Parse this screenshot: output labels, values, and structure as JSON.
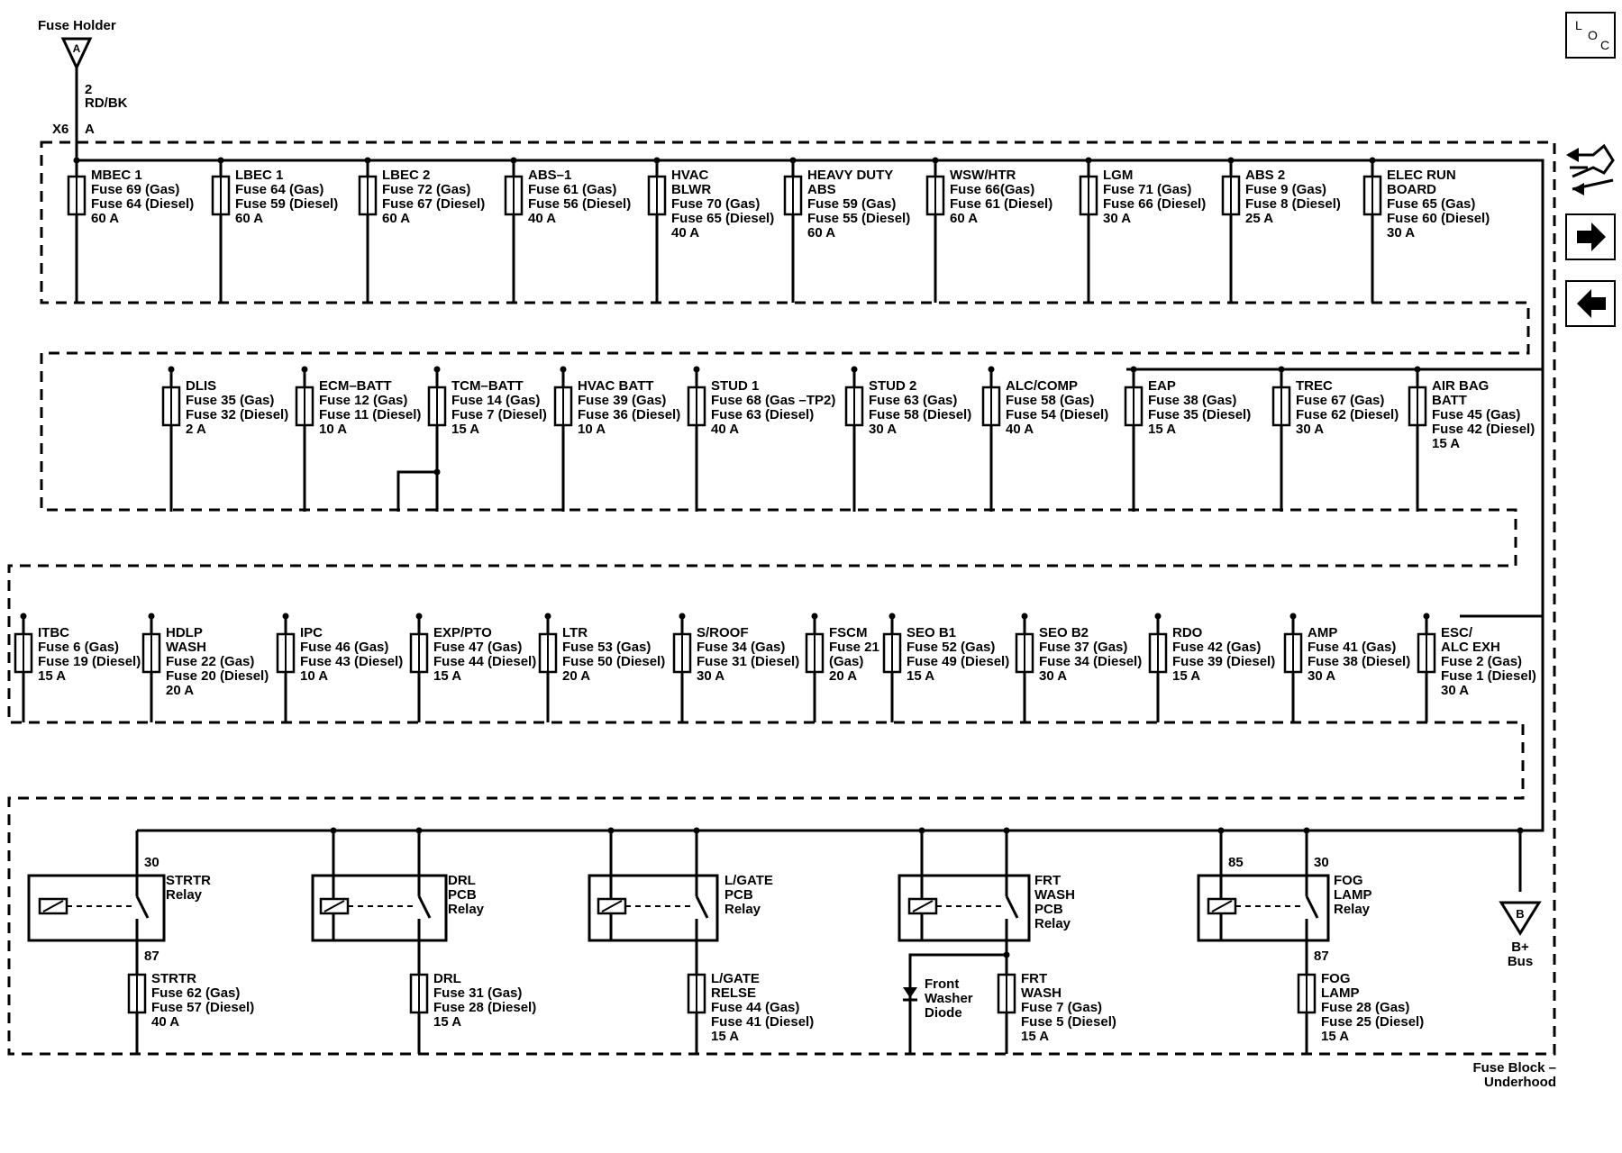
{
  "header": {
    "fuse_holder": "Fuse Holder",
    "connector_a_letter": "A",
    "wire_gauge": "2",
    "wire_color": "RD/BK",
    "connector_id": "X6",
    "connector_pin": "A"
  },
  "nav": {
    "loc_l": "L",
    "loc_o": "O",
    "loc_c": "C"
  },
  "row1": [
    {
      "lines": [
        "MBEC 1",
        "Fuse 69 (Gas)",
        "Fuse 64 (Diesel)",
        "60 A"
      ]
    },
    {
      "lines": [
        "LBEC 1",
        "Fuse 64 (Gas)",
        "Fuse 59 (Diesel)",
        "60 A"
      ]
    },
    {
      "lines": [
        "LBEC 2",
        "Fuse 72 (Gas)",
        "Fuse 67 (Diesel)",
        "60 A"
      ]
    },
    {
      "lines": [
        "ABS–1",
        "Fuse 61 (Gas)",
        "Fuse 56 (Diesel)",
        "40 A"
      ]
    },
    {
      "lines": [
        "HVAC",
        "BLWR",
        "Fuse 70 (Gas)",
        "Fuse 65 (Diesel)",
        "40 A"
      ]
    },
    {
      "lines": [
        "HEAVY DUTY",
        "ABS",
        "Fuse 59 (Gas)",
        "Fuse 55 (Diesel)",
        "60 A"
      ]
    },
    {
      "lines": [
        "WSW/HTR",
        "Fuse 66(Gas)",
        "Fuse 61 (Diesel)",
        "60 A"
      ]
    },
    {
      "lines": [
        "LGM",
        "Fuse 71 (Gas)",
        "Fuse 66 (Diesel)",
        "30 A"
      ]
    },
    {
      "lines": [
        "ABS 2",
        "Fuse 9 (Gas)",
        "Fuse 8 (Diesel)",
        "25 A"
      ]
    },
    {
      "lines": [
        "ELEC RUN",
        "BOARD",
        "Fuse 65 (Gas)",
        "Fuse 60 (Diesel)",
        "30 A"
      ]
    }
  ],
  "row2": [
    {
      "lines": [
        "DLIS",
        "Fuse 35 (Gas)",
        "Fuse 32 (Diesel)",
        "2 A"
      ]
    },
    {
      "lines": [
        "ECM–BATT",
        "Fuse 12 (Gas)",
        "Fuse 11 (Diesel)",
        "10 A"
      ]
    },
    {
      "lines": [
        "TCM–BATT",
        "Fuse 14 (Gas)",
        "Fuse 7 (Diesel)",
        "15 A"
      ]
    },
    {
      "lines": [
        "HVAC BATT",
        "Fuse 39 (Gas)",
        "Fuse 36 (Diesel)",
        "10 A"
      ]
    },
    {
      "lines": [
        "STUD 1",
        "Fuse 68 (Gas –TP2)",
        "Fuse 63 (Diesel)",
        "40 A"
      ]
    },
    {
      "lines": [
        "STUD 2",
        "Fuse 63 (Gas)",
        "Fuse 58 (Diesel)",
        "30 A"
      ]
    },
    {
      "lines": [
        "ALC/COMP",
        "Fuse 58 (Gas)",
        "Fuse 54 (Diesel)",
        "40 A"
      ]
    },
    {
      "lines": [
        "EAP",
        "Fuse 38 (Gas)",
        "Fuse 35 (Diesel)",
        "15 A"
      ]
    },
    {
      "lines": [
        "TREC",
        "Fuse 67 (Gas)",
        "Fuse 62 (Diesel)",
        "30 A"
      ]
    },
    {
      "lines": [
        "AIR BAG",
        "BATT",
        "Fuse 45 (Gas)",
        "Fuse 42 (Diesel)",
        "15 A"
      ]
    }
  ],
  "row3": [
    {
      "lines": [
        "ITBC",
        "Fuse 6 (Gas)",
        "Fuse 19 (Diesel)",
        "15 A"
      ]
    },
    {
      "lines": [
        "HDLP",
        "WASH",
        "Fuse 22 (Gas)",
        "Fuse 20 (Diesel)",
        "20 A"
      ]
    },
    {
      "lines": [
        "IPC",
        "Fuse 46 (Gas)",
        "Fuse 43 (Diesel)",
        "10 A"
      ]
    },
    {
      "lines": [
        "EXP/PTO",
        "Fuse 47 (Gas)",
        "Fuse 44 (Diesel)",
        "15 A"
      ]
    },
    {
      "lines": [
        "LTR",
        "Fuse 53 (Gas)",
        "Fuse 50 (Diesel)",
        "20 A"
      ]
    },
    {
      "lines": [
        "S/ROOF",
        "Fuse 34 (Gas)",
        "Fuse 31 (Diesel)",
        "30 A"
      ]
    },
    {
      "lines": [
        "FSCM",
        "Fuse 21",
        "(Gas)",
        "20 A"
      ]
    },
    {
      "lines": [
        "SEO B1",
        "Fuse 52 (Gas)",
        "Fuse 49 (Diesel)",
        "15 A"
      ]
    },
    {
      "lines": [
        "SEO B2",
        "Fuse 37 (Gas)",
        "Fuse 34 (Diesel)",
        "30 A"
      ]
    },
    {
      "lines": [
        "RDO",
        "Fuse 42 (Gas)",
        "Fuse 39 (Diesel)",
        "15 A"
      ]
    },
    {
      "lines": [
        "AMP",
        "Fuse 41 (Gas)",
        "Fuse 38 (Diesel)",
        "30 A"
      ]
    },
    {
      "lines": [
        "ESC/",
        "ALC EXH",
        "Fuse 2 (Gas)",
        "Fuse 1 (Diesel)",
        "30 A"
      ]
    }
  ],
  "relays": [
    {
      "lines": [
        "STRTR",
        "Relay"
      ],
      "pin_top": "30",
      "pin_bottom": "87"
    },
    {
      "lines": [
        "DRL",
        "PCB",
        "Relay"
      ]
    },
    {
      "lines": [
        "L/GATE",
        "PCB",
        "Relay"
      ]
    },
    {
      "lines": [
        "FRT",
        "WASH",
        "PCB",
        "Relay"
      ]
    },
    {
      "lines": [
        "FOG",
        "LAMP",
        "Relay"
      ],
      "pin_top": "30",
      "pin_left": "85",
      "pin_bottom": "87"
    }
  ],
  "row4_fuses": [
    {
      "lines": [
        "STRTR",
        "Fuse 62 (Gas)",
        "Fuse 57 (Diesel)",
        "40 A"
      ]
    },
    {
      "lines": [
        "DRL",
        "Fuse 31 (Gas)",
        "Fuse 28 (Diesel)",
        "15 A"
      ]
    },
    {
      "lines": [
        "L/GATE",
        "RELSE",
        "Fuse 44 (Gas)",
        "Fuse 41 (Diesel)",
        "15 A"
      ]
    },
    {
      "lines": [
        "FRT",
        "WASH",
        "Fuse 7 (Gas)",
        "Fuse 5 (Diesel)",
        "15 A"
      ]
    },
    {
      "lines": [
        "FOG",
        "LAMP",
        "Fuse 28 (Gas)",
        "Fuse 25 (Diesel)",
        "15 A"
      ]
    }
  ],
  "diode": {
    "lines": [
      "Front",
      "Washer",
      "Diode"
    ]
  },
  "bplus": {
    "letter": "B",
    "lines": [
      "B+",
      "Bus"
    ]
  },
  "footer": {
    "lines": [
      "Fuse Block –",
      "Underhood"
    ]
  }
}
